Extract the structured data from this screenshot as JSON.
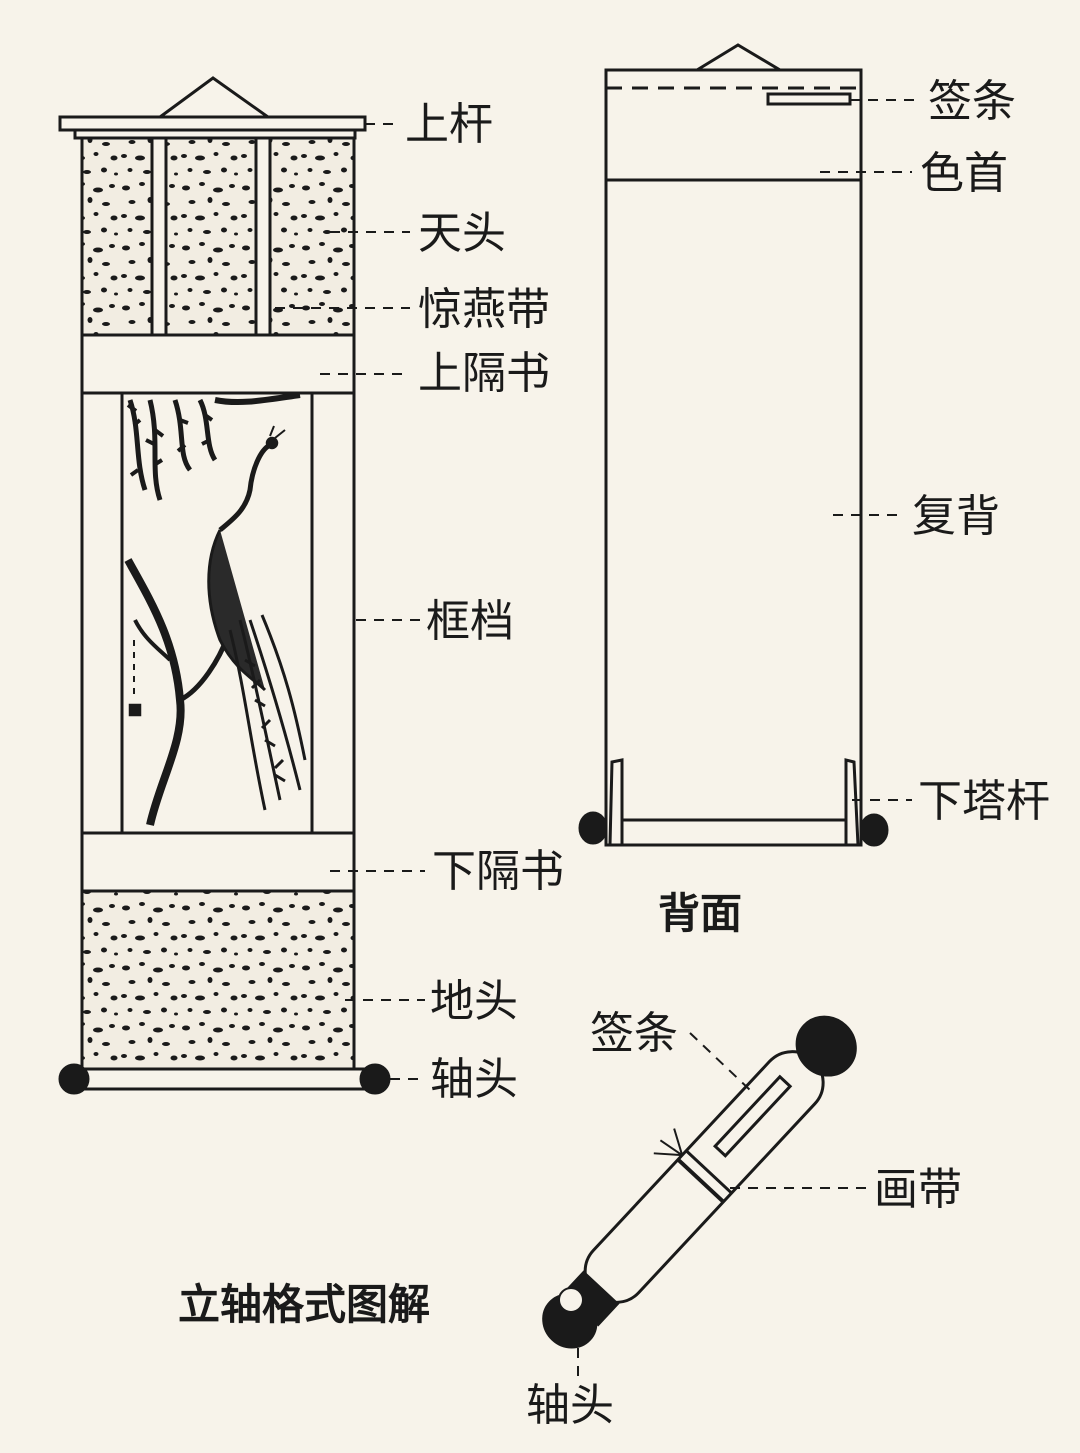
{
  "front": {
    "labels": {
      "shang_gan": "上杆",
      "tian_tou": "天头",
      "jing_yan_dai": "惊燕带",
      "shang_ge_shu": "上隔书",
      "kuang_dang": "框档",
      "xia_ge_shu": "下隔书",
      "di_tou": "地头",
      "zhou_tou": "轴头"
    },
    "caption": "立轴格式图解"
  },
  "back": {
    "labels": {
      "qian_tiao": "签条",
      "se_shou": "色首",
      "fu_bei": "复背",
      "xia_ta_gan": "下塔杆"
    },
    "caption": "背面"
  },
  "rolled": {
    "labels": {
      "qian_tiao": "签条",
      "hua_dai": "画带",
      "zhou_tou": "轴头"
    }
  }
}
